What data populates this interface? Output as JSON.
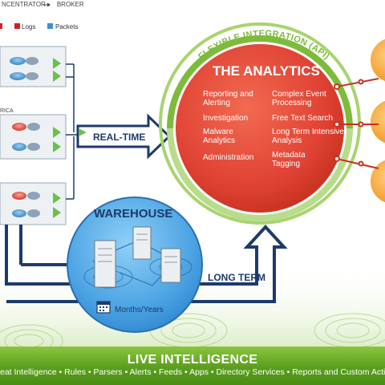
{
  "legend": {
    "flow": "NCENTRATOR",
    "flow_target": "BROKER",
    "items": [
      {
        "label": "",
        "color": "#d32027"
      },
      {
        "label": "Logs",
        "color": "#d32027"
      },
      {
        "label": "Packets",
        "color": "#3a8fd6"
      }
    ]
  },
  "region_label": "RICA",
  "realtime_label": "REAL-TIME",
  "longterm_label": "LONG TERM",
  "warehouse": {
    "title": "WAREHOUSE",
    "retention": "Months/Years"
  },
  "analytics": {
    "api_label": "FLEXIBLE INTEGRATION (API)",
    "title": "THE ANALYTICS",
    "left_items": [
      "Reporting and Alerting",
      "Investigation",
      "Malware Analytics",
      "Administration"
    ],
    "right_items": [
      "Complex Event Processing",
      "Free Text Search",
      "Long Term Intensive Analysis",
      "Metadata Tagging"
    ]
  },
  "bottom_bar": {
    "title": "LIVE INTELLIGENCE",
    "subtitle": "eat Intelligence • Rules • Parsers • Alerts • Feeds • Apps • Directory Services • Reports and Custom Acti"
  },
  "colors": {
    "navy": "#1d3a6b",
    "green": "#7dbb3b",
    "analytics_red": "#e14a3c",
    "warehouse_blue": "#5ba9e3",
    "orange": "#f39a2a"
  }
}
